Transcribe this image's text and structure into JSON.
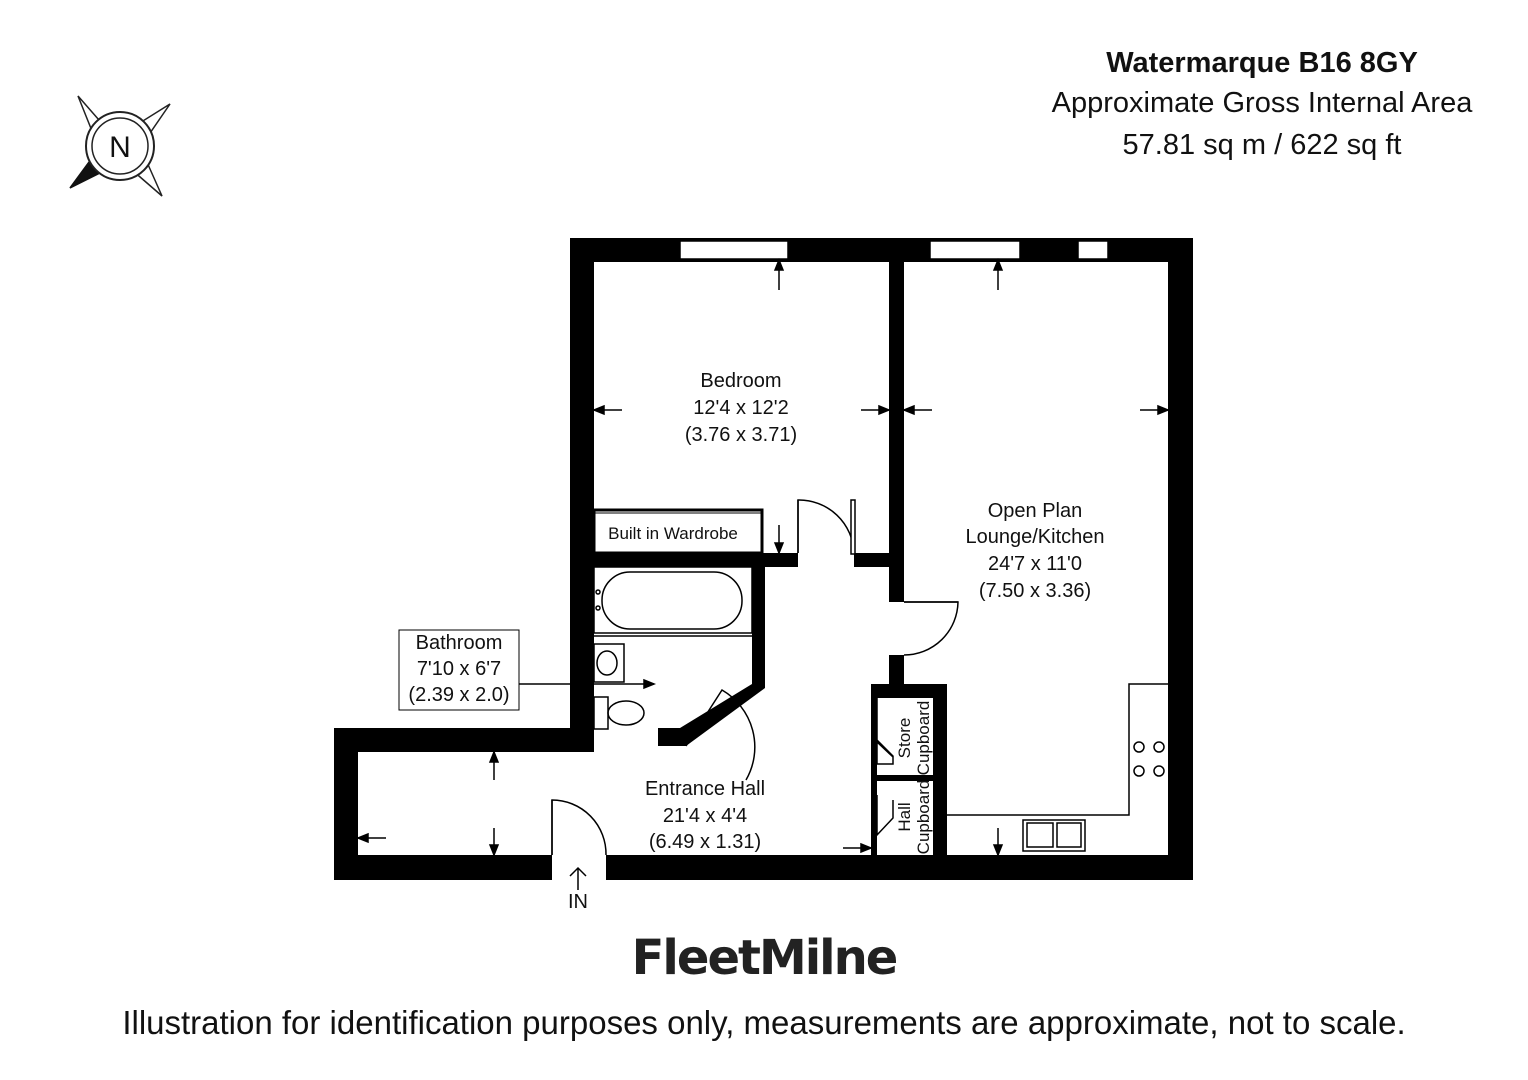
{
  "header": {
    "address": "Watermarque B16 8GY",
    "area_label": "Approximate Gross Internal Area",
    "area_value": "57.81 sq m / 622 sq ft"
  },
  "compass": {
    "letter": "N",
    "icon": "compass-icon"
  },
  "rooms": {
    "bedroom": {
      "name": "Bedroom",
      "imperial": "12'4 x 12'2",
      "metric": "(3.76 x 3.71)"
    },
    "lounge": {
      "name_line1": "Open Plan",
      "name_line2": "Lounge/Kitchen",
      "imperial": "24'7 x 11'0",
      "metric": "(7.50 x 3.36)"
    },
    "bathroom": {
      "name": "Bathroom",
      "imperial": "7'10 x 6'7",
      "metric": "(2.39 x 2.0)"
    },
    "hall": {
      "name": "Entrance Hall",
      "imperial": "21'4 x 4'4",
      "metric": "(6.49 x 1.31)"
    },
    "wardrobe": {
      "name": "Built in Wardrobe"
    },
    "store": {
      "line1": "Store",
      "line2": "Cupboard"
    },
    "hall_cupboard": {
      "line1": "Hall",
      "line2": "Cupboard"
    }
  },
  "entrance": {
    "label": "IN"
  },
  "brand": {
    "logo_text": "FleetMilne"
  },
  "footer": {
    "disclaimer": "Illustration for identification purposes only, measurements are approximate, not to scale."
  }
}
